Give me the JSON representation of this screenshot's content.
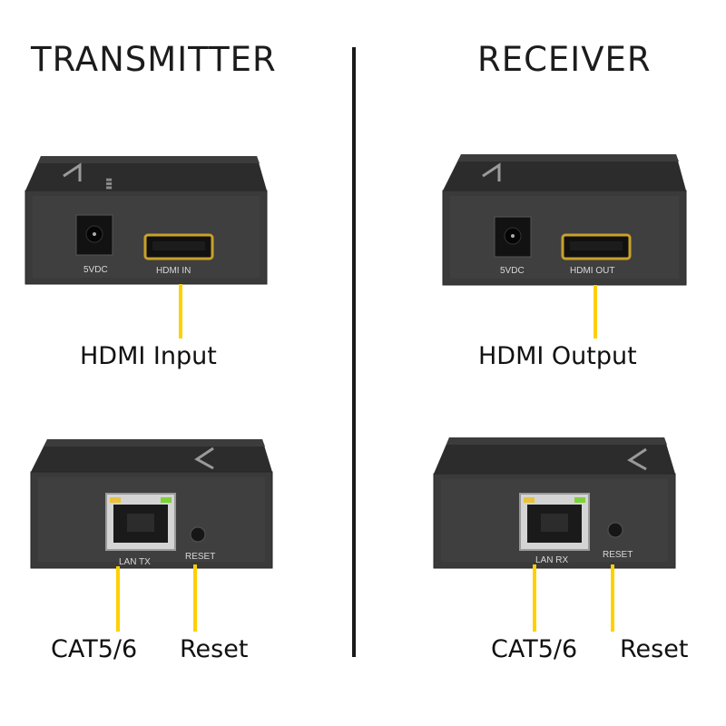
{
  "transmitter": {
    "title": "TRANSMITTER",
    "front_panel": {
      "power_label": "5VDC",
      "hdmi_label": "HDMI IN"
    },
    "back_panel": {
      "lan_label": "LAN TX",
      "reset_label": "RESET"
    },
    "callouts": {
      "hdmi": "HDMI Input",
      "cat": "CAT5/6",
      "reset": "Reset"
    }
  },
  "receiver": {
    "title": "RECEIVER",
    "front_panel": {
      "power_label": "5VDC",
      "hdmi_label": "HDMI OUT"
    },
    "back_panel": {
      "lan_label": "LAN RX",
      "reset_label": "RESET"
    },
    "callouts": {
      "hdmi": "HDMI Output",
      "cat": "CAT5/6",
      "reset": "Reset"
    }
  },
  "colors": {
    "background": "#ffffff",
    "device_body": "#3b3b3b",
    "device_top": "#2a2a2a",
    "leader_line": "#ffd000",
    "divider": "#1a1a1a",
    "hdmi_gold": "#c9a12b",
    "led_green": "#7dd13a",
    "led_yellow": "#e8c23a"
  }
}
